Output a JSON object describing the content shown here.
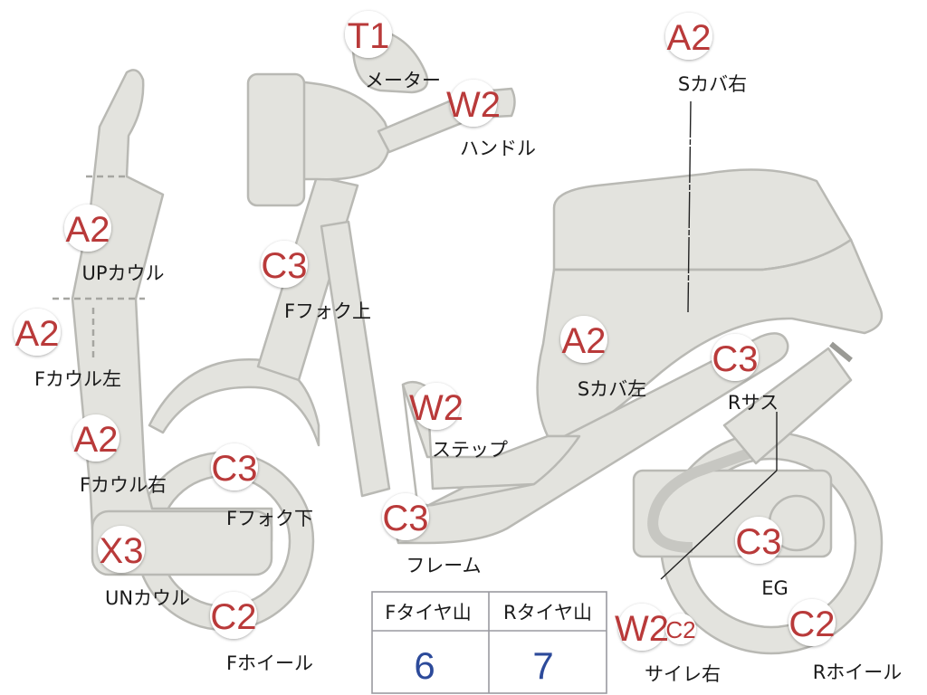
{
  "parts": {
    "meter": {
      "code": "T1",
      "label": "メーター"
    },
    "handle": {
      "code": "W2",
      "label": "ハンドル"
    },
    "s_cover_r": {
      "code": "A2",
      "label": "Sカバ右"
    },
    "up_cowl": {
      "code": "A2",
      "label": "UPカウル"
    },
    "f_fork_up": {
      "code": "C3",
      "label": "Fフォク上"
    },
    "f_cowl_l": {
      "code": "A2",
      "label": "Fカウル左"
    },
    "s_cover_l": {
      "code": "A2",
      "label": "Sカバ左"
    },
    "r_sus": {
      "code": "C3",
      "label": "Rサス"
    },
    "step": {
      "code": "W2",
      "label": "ステップ"
    },
    "f_cowl_r": {
      "code": "A2",
      "label": "Fカウル右"
    },
    "f_fork_low": {
      "code": "C3",
      "label": "Fフォク下"
    },
    "frame": {
      "code": "C3",
      "label": "フレーム"
    },
    "un_cowl": {
      "code": "X3",
      "label": "UNカウル"
    },
    "eg": {
      "code": "C3",
      "label": "EG"
    },
    "f_wheel": {
      "code": "C2",
      "label": "Fホイール"
    },
    "r_wheel": {
      "code": "C2",
      "label": "Rホイール"
    },
    "muffler_r": {
      "code": "W2",
      "code2": "C2",
      "label": "サイレ右"
    }
  },
  "tread_table": {
    "f_header": "Fタイヤ山",
    "r_header": "Rタイヤ山",
    "f_value": "6",
    "r_value": "7"
  },
  "colors": {
    "badge_text": "#b93a3a",
    "value_text": "#2c4a9a",
    "part_fill": "#e3e3de",
    "part_stroke": "#b9b9b4"
  }
}
